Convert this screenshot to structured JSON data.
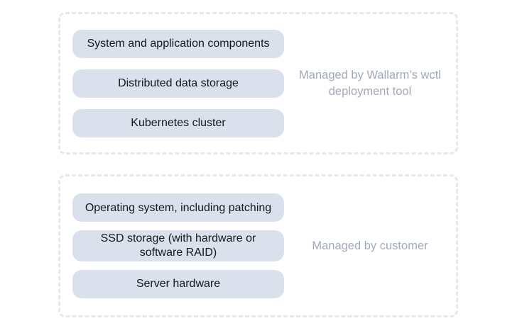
{
  "colors": {
    "page_bg": "#ffffff",
    "box_border": "#e8e8e8",
    "pill_bg": "#dbe1ec",
    "pill_text": "#14171c",
    "label_text": "#a2a9ba"
  },
  "groups": [
    {
      "label": "Managed by Wallarm’s wctl deployment tool",
      "pills": [
        "System and application components",
        "Distributed data storage",
        "Kubernetes cluster"
      ]
    },
    {
      "label": "Managed by customer",
      "pills": [
        "Operating system, including patching",
        "SSD storage (with hardware or software RAID)",
        "Server hardware"
      ]
    }
  ]
}
